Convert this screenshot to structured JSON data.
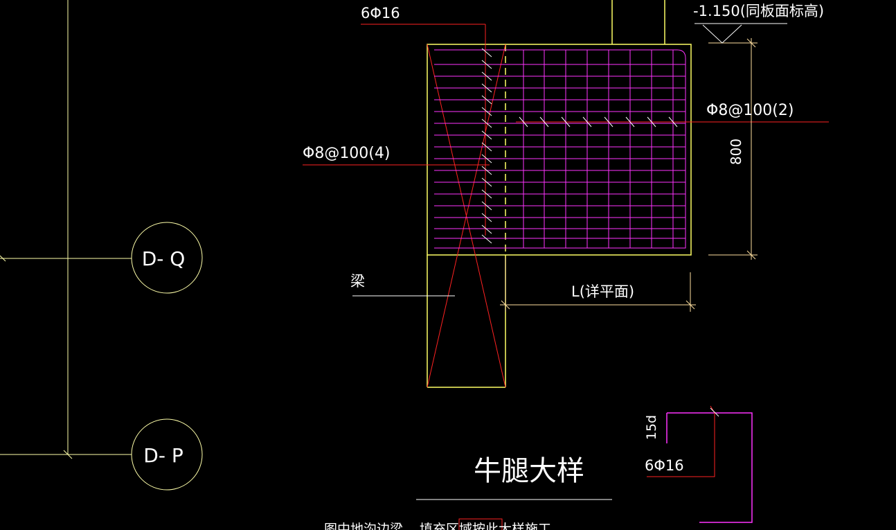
{
  "colors": {
    "background": "#000000",
    "concrete_outline": "#ffff66",
    "rebar": "#ff33ff",
    "leader": "#ff2222",
    "dimension": "#ffe0a0",
    "axis_line": "#ffffaa",
    "text": "#ffffff"
  },
  "axes": {
    "bubble_q": "D- Q",
    "bubble_p": "D- P"
  },
  "labels": {
    "top_bars": "6Φ16",
    "elevation": "-1.150(同板面标高)",
    "stirrup_horizontal": "Φ8@100(2)",
    "stirrup_vertical": "Φ8@100(4)",
    "height_dim": "800",
    "beam": "梁",
    "length_dim": "L(详平面)",
    "title": "牛腿大样",
    "anchor_length": "15d",
    "anchor_bars": "6Φ16",
    "bottom_note_left": "图中地沟边梁",
    "bottom_note_right": "填充区域按此大样施工"
  }
}
